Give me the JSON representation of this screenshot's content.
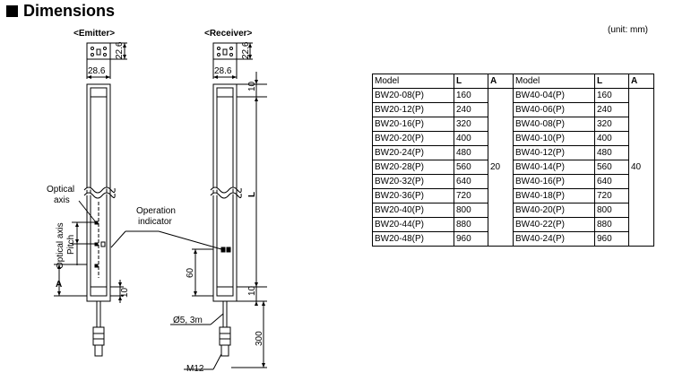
{
  "header": {
    "title": "Dimensions",
    "unit": "(unit: mm)"
  },
  "drawing": {
    "emitter_label": "<Emitter>",
    "receiver_label": "<Receiver>",
    "dim_width": "28.6",
    "dim_depth": "22.6",
    "dim_10_top": "10",
    "dim_L": "L",
    "dim_10_bottom": "10",
    "dim_60": "60",
    "dim_300": "300",
    "dim_A": "A",
    "dim_10_emitter": "10",
    "optical_axis_line1": "Optical",
    "optical_axis_line2": "axis",
    "optical_axis_pitch_line1": "Optical axis",
    "optical_axis_pitch_line2": "Pitch",
    "operation_line1": "Operation",
    "operation_line2": "indicator",
    "cable": "Ø5, 3m",
    "connector": "M12"
  },
  "table": {
    "headers": [
      "Model",
      "L",
      "A",
      "Model",
      "L",
      "A"
    ],
    "a_left": "20",
    "a_right": "40",
    "rows": [
      {
        "m1": "BW20-08(P)",
        "l1": "160",
        "m2": "BW40-04(P)",
        "l2": "160"
      },
      {
        "m1": "BW20-12(P)",
        "l1": "240",
        "m2": "BW40-06(P)",
        "l2": "240"
      },
      {
        "m1": "BW20-16(P)",
        "l1": "320",
        "m2": "BW40-08(P)",
        "l2": "320"
      },
      {
        "m1": "BW20-20(P)",
        "l1": "400",
        "m2": "BW40-10(P)",
        "l2": "400"
      },
      {
        "m1": "BW20-24(P)",
        "l1": "480",
        "m2": "BW40-12(P)",
        "l2": "480"
      },
      {
        "m1": "BW20-28(P)",
        "l1": "560",
        "m2": "BW40-14(P)",
        "l2": "560"
      },
      {
        "m1": "BW20-32(P)",
        "l1": "640",
        "m2": "BW40-16(P)",
        "l2": "640"
      },
      {
        "m1": "BW20-36(P)",
        "l1": "720",
        "m2": "BW40-18(P)",
        "l2": "720"
      },
      {
        "m1": "BW20-40(P)",
        "l1": "800",
        "m2": "BW40-20(P)",
        "l2": "800"
      },
      {
        "m1": "BW20-44(P)",
        "l1": "880",
        "m2": "BW40-22(P)",
        "l2": "880"
      },
      {
        "m1": "BW20-48(P)",
        "l1": "960",
        "m2": "BW40-24(P)",
        "l2": "960"
      }
    ]
  }
}
